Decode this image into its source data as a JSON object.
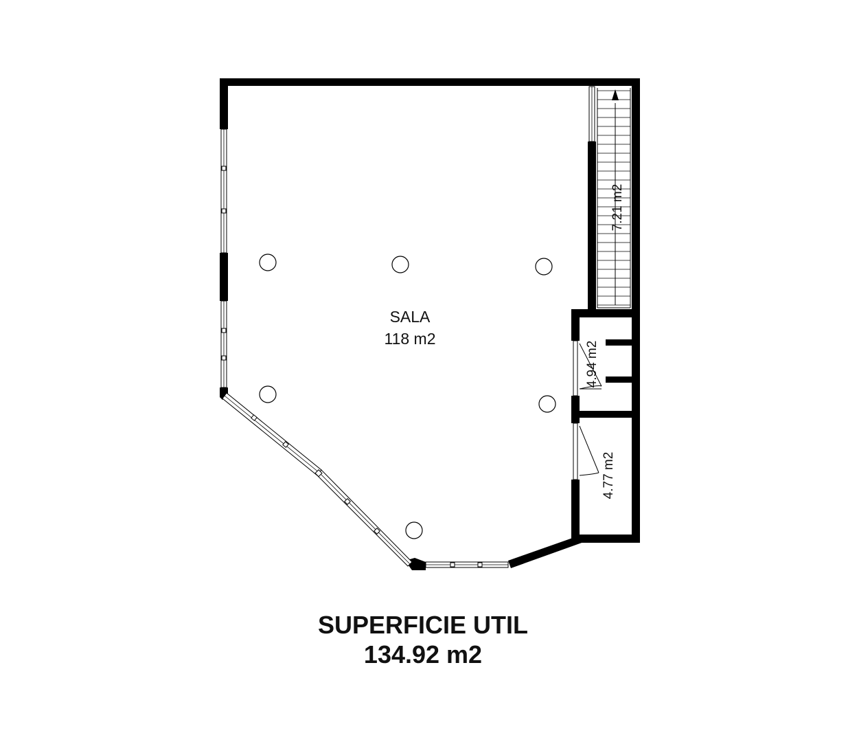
{
  "rooms": {
    "sala": {
      "name": "SALA",
      "area": "118 m2"
    },
    "stairs": {
      "area": "7.21 m2"
    },
    "bath": {
      "area": "4.94 m2"
    },
    "storage": {
      "area": "4.77 m2"
    }
  },
  "total": {
    "title": "SUPERFICIE UTIL",
    "area": "134.92 m2"
  },
  "colors": {
    "wall": "#000000",
    "background": "#ffffff"
  }
}
